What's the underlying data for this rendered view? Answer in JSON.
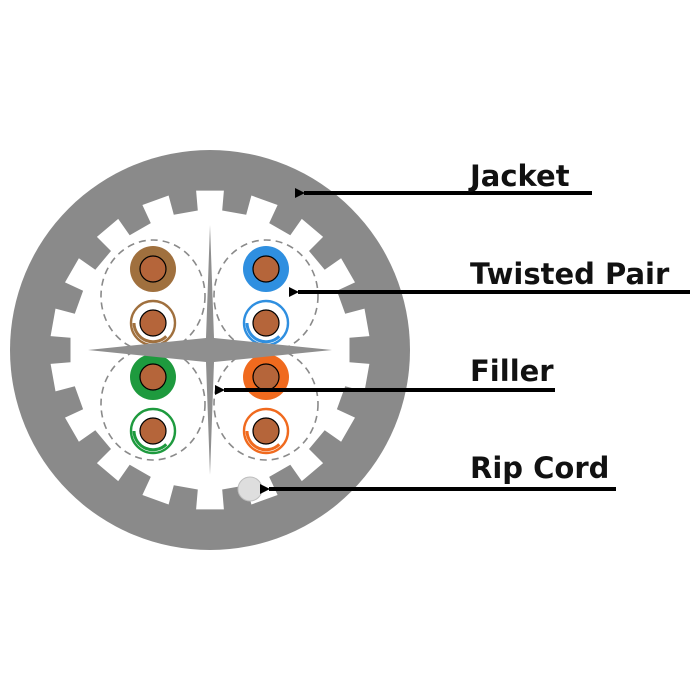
{
  "labels": {
    "jacket": "Jacket",
    "twisted_pair": "Twisted Pair",
    "filler": "Filler",
    "rip_cord": "Rip Cord"
  },
  "colors": {
    "jacket": "#8a8a8a",
    "cable_interior": "#ffffff",
    "filler": "#8f8f8f",
    "copper": "#b5653a",
    "pair_brown": "#a0703e",
    "pair_blue": "#2f8fe0",
    "pair_green": "#1e9a3e",
    "pair_orange": "#f06a1e",
    "rip_cord": "#dedede",
    "arrow": "#000000"
  },
  "pairs": [
    {
      "name": "brown",
      "color_key": "pair_brown"
    },
    {
      "name": "blue",
      "color_key": "pair_blue"
    },
    {
      "name": "green",
      "color_key": "pair_green"
    },
    {
      "name": "orange",
      "color_key": "pair_orange"
    }
  ]
}
